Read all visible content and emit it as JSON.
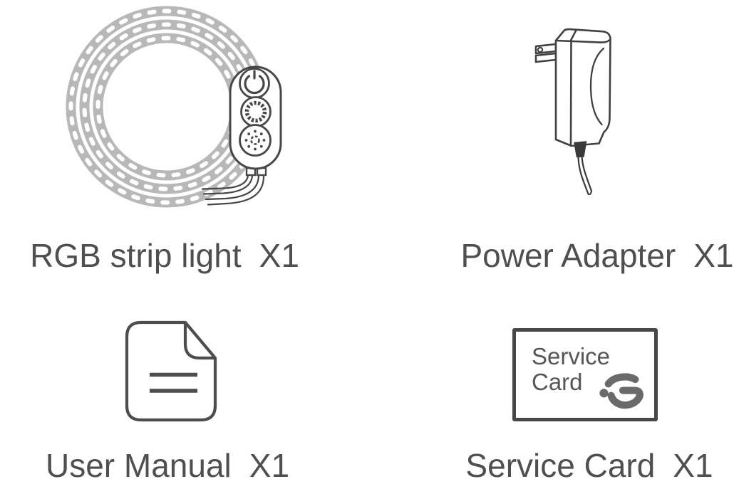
{
  "items": [
    {
      "name": "RGB strip light",
      "qty": "X1",
      "icon": "rgb-strip-coil-icon"
    },
    {
      "name": "Power Adapter",
      "qty": "X1",
      "icon": "power-adapter-icon"
    },
    {
      "name": "User Manual",
      "qty": "X1",
      "icon": "user-manual-icon"
    },
    {
      "name": "Service Card",
      "qty": "X1",
      "icon": "service-card-icon"
    }
  ],
  "service_card": {
    "line1": "Service",
    "line2": "Card",
    "logo": "govee-g-logo-icon"
  },
  "colors": {
    "line_art_outline": "#474747",
    "adapter_outline": "#414141",
    "strip_gray": "#b8b8b8",
    "label_text": "#4f4f4f",
    "card_text": "#565656",
    "logo_gray": "#6a6a6a",
    "background": "#ffffff"
  }
}
